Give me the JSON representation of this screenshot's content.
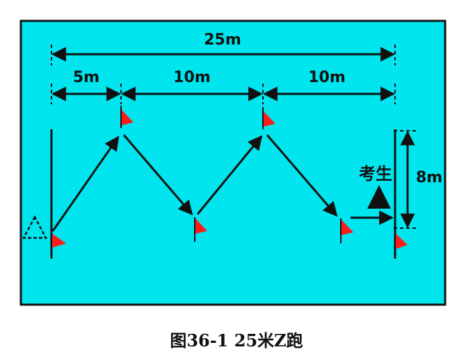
{
  "diagram": {
    "labels": {
      "total_distance": "25m",
      "seg1_distance": "5m",
      "seg2_distance": "10m",
      "seg3_distance": "10m",
      "width_distance": "8m",
      "examinee": "考生"
    },
    "caption": "图36-1  25米Z跑",
    "colors": {
      "field": "#00e5ee",
      "flag": "#ff1a1a",
      "line": "#111111"
    }
  }
}
